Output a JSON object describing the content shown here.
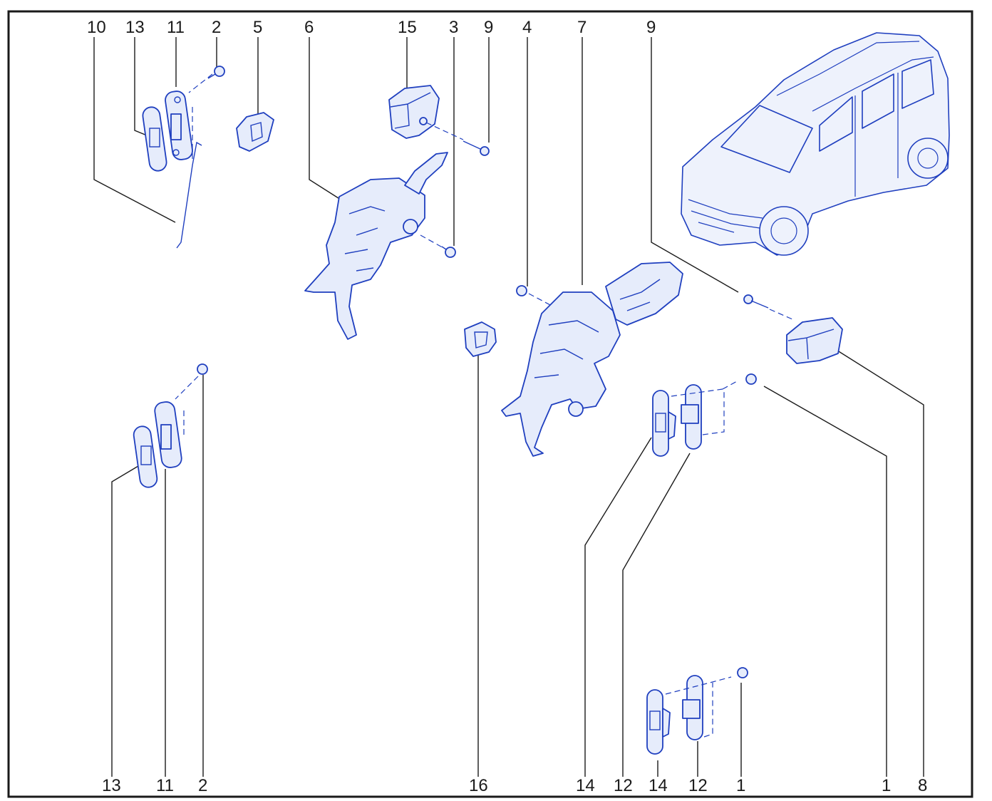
{
  "labels": {
    "c10": "10",
    "c13t": "13",
    "c11t": "11",
    "c2t": "2",
    "c5": "5",
    "c6": "6",
    "c15": "15",
    "c3": "3",
    "c9a": "9",
    "c4": "4",
    "c7": "7",
    "c9b": "9",
    "c13b": "13",
    "c11b": "11",
    "c2b": "2",
    "c16": "16",
    "c14a": "14",
    "c12a": "12",
    "c14b": "14",
    "c12b": "12",
    "c1a": "1",
    "c1b": "1",
    "c8": "8"
  },
  "colors": {
    "line_art": "#1f3fbf",
    "part_fill": "#e6ecfb",
    "callout": "#1a1a1a"
  }
}
